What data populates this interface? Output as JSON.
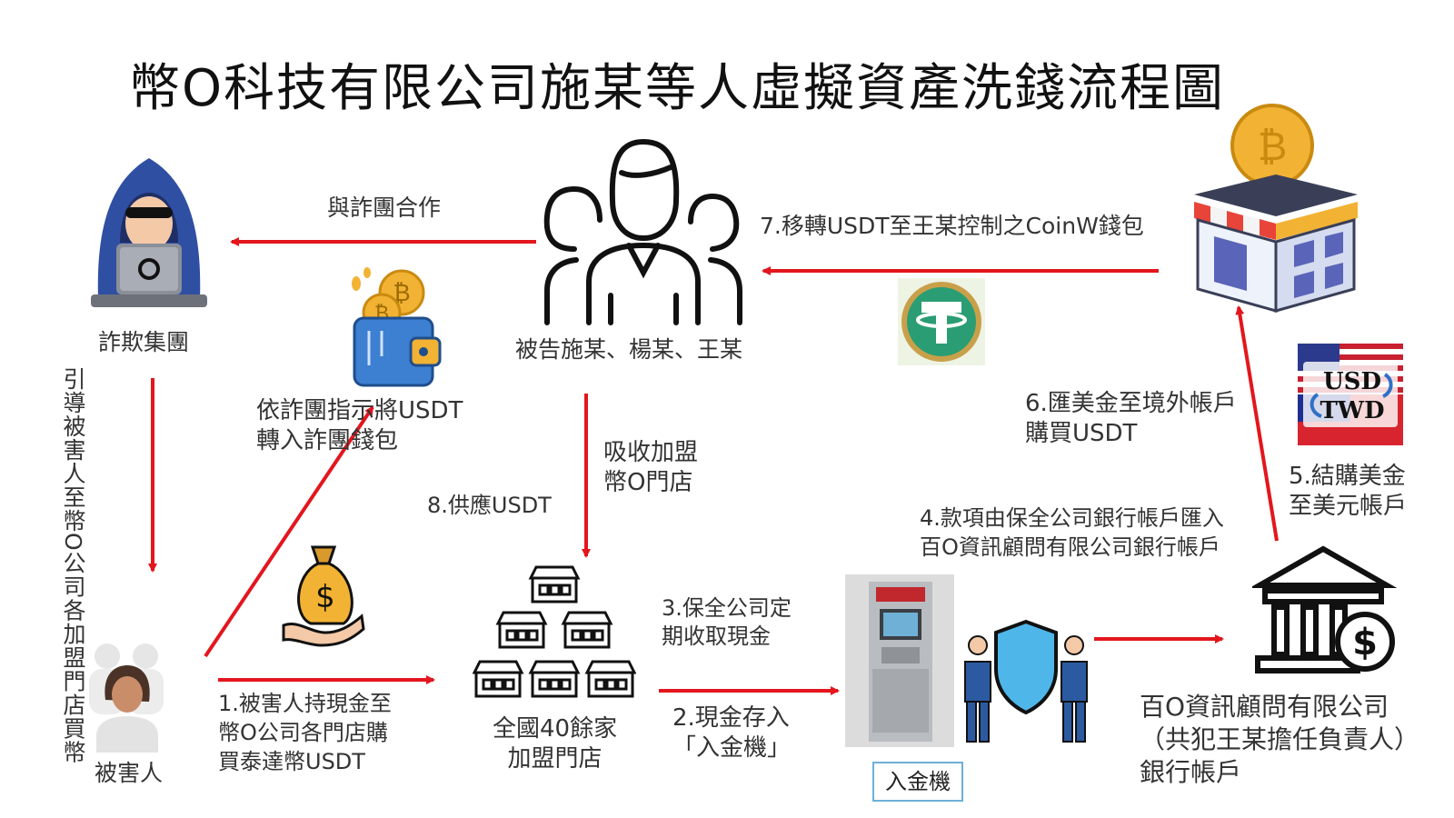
{
  "title": "幣O科技有限公司施某等人虛擬資產洗錢流程圖",
  "nodes": {
    "fraud_group": "詐欺集團",
    "defendants": "被告施某、楊某、王某",
    "victim": "被害人",
    "stores": [
      "全國40餘家",
      "加盟門店"
    ],
    "atm_tag": "入金機",
    "company": [
      "百O資訊顧問有限公司",
      "（共犯王某擔任負責人）",
      "銀行帳戶"
    ],
    "currency_usd": "USD",
    "currency_twd": "TWD"
  },
  "labels": {
    "cooperate": "與詐團合作",
    "transfer_wallet": [
      "依詐團指示將USDT",
      "轉入詐團錢包"
    ],
    "guide_victim": [
      "引導被害人至幣O公司",
      "各加盟門店買幣"
    ],
    "absorb": [
      "吸收加盟",
      "幣O門店"
    ],
    "supply": "8.供應USDT",
    "step7": "7.移轉USDT至王某控制之CoinW錢包",
    "step6": [
      "6.匯美金至境外帳戶",
      "購買USDT"
    ],
    "step5": [
      "5.結購美金",
      "至美元帳戶"
    ],
    "step4": [
      "4.款項由保全公司銀行帳戶匯入",
      "百O資訊顧問有限公司銀行帳戶"
    ],
    "step3": [
      "3.保全公司定",
      "期收取現金"
    ],
    "step2": [
      "2.現金存入",
      "「入金機」"
    ],
    "step1": [
      "1.被害人持現金至",
      "幣O公司各門店購",
      "買泰達幣USDT"
    ]
  },
  "colors": {
    "arrow": "#e3161d",
    "hood": "#2f4fa3",
    "shield": "#4fb6ea",
    "tether": "#2a9d74"
  }
}
